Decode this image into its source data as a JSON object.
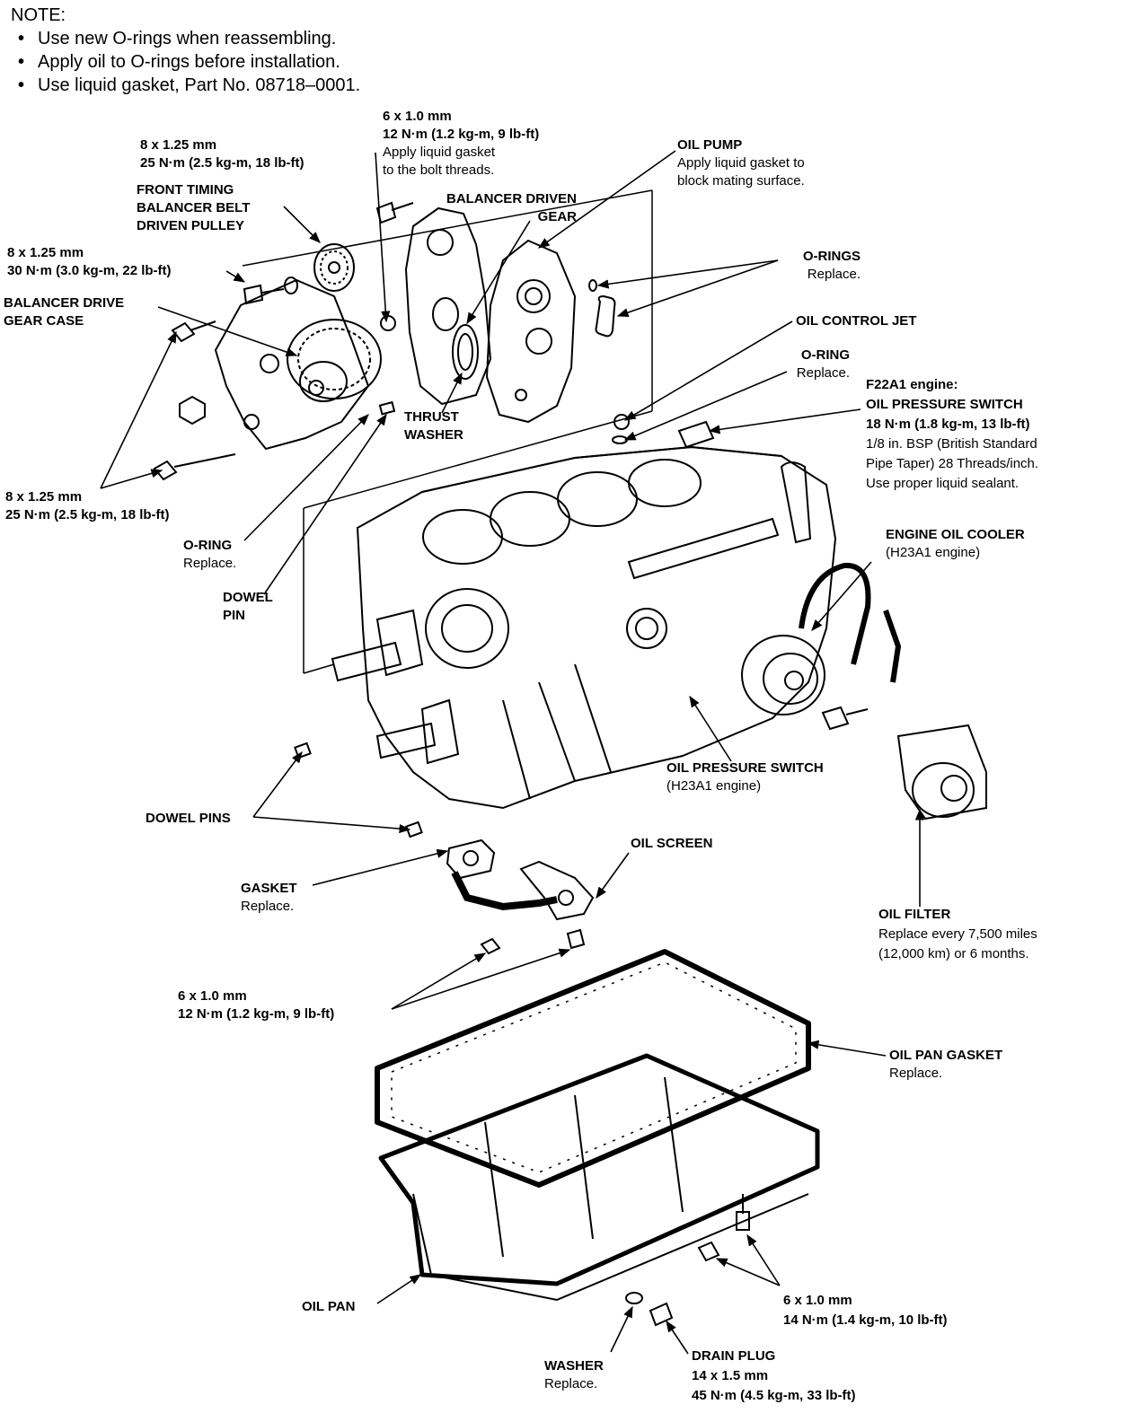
{
  "note": {
    "title": "NOTE:",
    "items": [
      "Use new O-rings when reassembling.",
      "Apply oil to O-rings before installation.",
      "Use liquid gasket, Part No. 08718–0001."
    ]
  },
  "labels": {
    "bolt_top": {
      "l1": "6 x 1.0 mm",
      "l2": "12 N·m (1.2 kg-m, 9 lb-ft)",
      "l3": "Apply liquid gasket",
      "l4": "to the bolt threads."
    },
    "bolt_pulley": {
      "l1": "8 x 1.25 mm",
      "l2": "25 N·m (2.5 kg-m, 18 lb-ft)"
    },
    "front_pulley": {
      "l1": "FRONT TIMING",
      "l2": "BALANCER BELT",
      "l3": "DRIVEN PULLEY"
    },
    "balancer_driven_gear": {
      "l1": "BALANCER DRIVEN",
      "l2": "GEAR"
    },
    "oil_pump": {
      "l1": "OIL PUMP",
      "l2": "Apply liquid gasket to",
      "l3": "block mating surface."
    },
    "bolt_30nm": {
      "l1": "8 x 1.25 mm",
      "l2": "30 N·m (3.0 kg-m, 22 lb-ft)"
    },
    "orings": {
      "l1": "O-RINGS",
      "l2": "Replace."
    },
    "gear_case": {
      "l1": "BALANCER DRIVE",
      "l2": "GEAR CASE"
    },
    "oil_control_jet": "OIL CONTROL JET",
    "oring_jet": {
      "l1": "O-RING",
      "l2": "Replace."
    },
    "f22a1": {
      "l1": "F22A1 engine:",
      "l2": "OIL PRESSURE SWITCH",
      "l3": "18 N·m (1.8 kg-m, 13 lb-ft)",
      "l4": "1/8 in. BSP (British Standard",
      "l5": "Pipe Taper) 28 Threads/inch.",
      "l6": "Use proper liquid sealant."
    },
    "thrust_washer": {
      "l1": "THRUST",
      "l2": "WASHER"
    },
    "bolt_case": {
      "l1": "8 x 1.25 mm",
      "l2": "25 N·m (2.5 kg-m, 18 lb-ft)"
    },
    "oring_case": {
      "l1": "O-RING",
      "l2": "Replace."
    },
    "dowel_pin": {
      "l1": "DOWEL",
      "l2": "PIN"
    },
    "oil_cooler": {
      "l1": "ENGINE OIL COOLER",
      "l2": "(H23A1 engine)"
    },
    "ops_h23a1": {
      "l1": "OIL PRESSURE SWITCH",
      "l2": "(H23A1 engine)"
    },
    "dowel_pins": "DOWEL PINS",
    "oil_screen": "OIL SCREEN",
    "gasket": {
      "l1": "GASKET",
      "l2": "Replace."
    },
    "oil_filter": {
      "l1": "OIL FILTER",
      "l2": "Replace every 7,500 miles",
      "l3": "(12,000 km) or 6 months."
    },
    "bolt_screen": {
      "l1": "6 x 1.0 mm",
      "l2": "12 N·m (1.2 kg-m, 9 lb-ft)"
    },
    "oil_pan_gasket": {
      "l1": "OIL PAN GASKET",
      "l2": "Replace."
    },
    "oil_pan": "OIL PAN",
    "bolt_pan": {
      "l1": "6 x 1.0 mm",
      "l2": "14 N·m (1.4 kg-m, 10 lb-ft)"
    },
    "washer": {
      "l1": "WASHER",
      "l2": "Replace."
    },
    "drain_plug": {
      "l1": "DRAIN PLUG",
      "l2": "14 x 1.5 mm",
      "l3": "45 N·m (4.5 kg-m, 33 lb-ft)"
    }
  }
}
